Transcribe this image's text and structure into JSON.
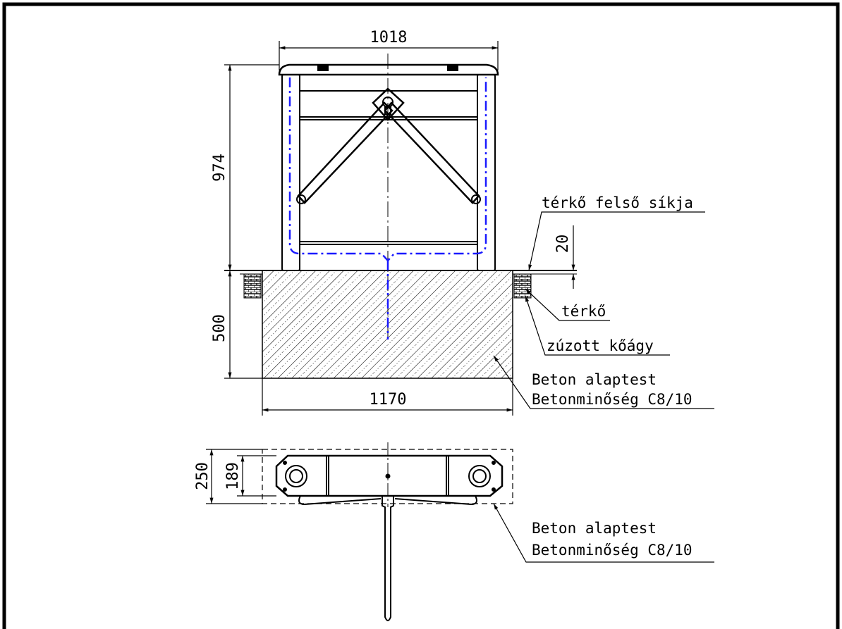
{
  "drawing": {
    "front_view": {
      "dimensions": {
        "overall_width": "1018",
        "overall_height": "974",
        "paver_offset": "20",
        "foundation_depth": "500",
        "foundation_width": "1170"
      },
      "labels": {
        "paver_top_plane": "térkő felső síkja",
        "paver": "térkő",
        "crushed_stone_bed": "zúzott kőágy",
        "concrete_base_line1": "Beton alaptest",
        "concrete_base_line2": "Betonminőség C8/10"
      }
    },
    "top_view": {
      "dimensions": {
        "foundation_depth": "250",
        "cabinet_depth": "189"
      },
      "labels": {
        "concrete_base_line1": "Beton alaptest",
        "concrete_base_line2": "Betonminőség C8/10"
      }
    },
    "colors": {
      "line": "#000000",
      "hidden_line": "#1a1aff",
      "background": "#ffffff"
    }
  }
}
